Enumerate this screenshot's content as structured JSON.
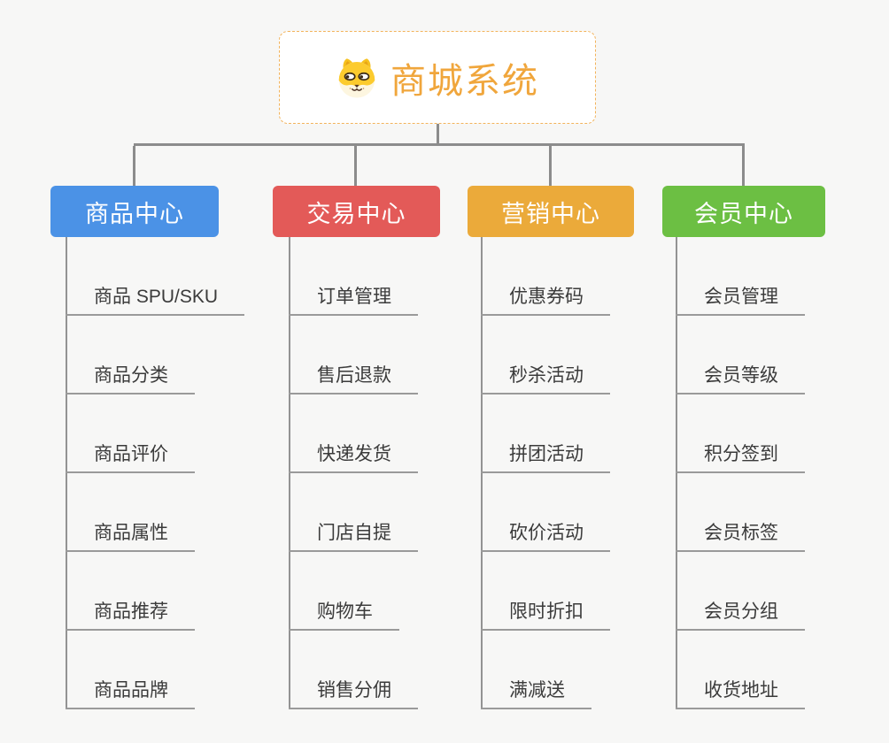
{
  "canvas": {
    "background": "#f7f7f6",
    "connector_color": "#8c8c8c",
    "leaf_line_color": "#9a9a9a",
    "leaf_text_color": "#3b3b3b"
  },
  "root": {
    "label": "商城系统",
    "icon": "dog-face-icon",
    "text_color": "#f0a63c",
    "border_color": "#f2b35b",
    "background": "#ffffff"
  },
  "branches": [
    {
      "label": "商品中心",
      "color": "#4b92e6",
      "items": [
        "商品 SPU/SKU",
        "商品分类",
        "商品评价",
        "商品属性",
        "商品推荐",
        "商品品牌"
      ]
    },
    {
      "label": "交易中心",
      "color": "#e35a58",
      "items": [
        "订单管理",
        "售后退款",
        "快递发货",
        "门店自提",
        "购物车",
        "销售分佣"
      ]
    },
    {
      "label": "营销中心",
      "color": "#ebaa3a",
      "items": [
        "优惠券码",
        "秒杀活动",
        "拼团活动",
        "砍价活动",
        "限时折扣",
        "满减送"
      ]
    },
    {
      "label": "会员中心",
      "color": "#6cbf43",
      "items": [
        "会员管理",
        "会员等级",
        "积分签到",
        "会员标签",
        "会员分组",
        "收货地址"
      ]
    }
  ]
}
